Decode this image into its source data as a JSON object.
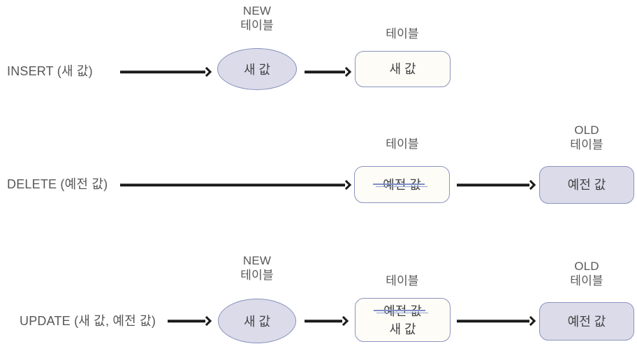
{
  "colors": {
    "shape_border": "#8a93bf",
    "lavender_fill": "#dcdbe9",
    "cream_fill": "#fdfcf6",
    "label_text": "#59595b",
    "box_text": "#434347",
    "arrow": "#1b1b1b",
    "strikethrough": "#7e8fca"
  },
  "labels": {
    "new_table": "NEW\n테이블",
    "old_table": "OLD\n테이블",
    "table": "테이블"
  },
  "rows": {
    "insert": {
      "operation": "INSERT (새 값)",
      "new_table_value": "새 값",
      "table_value": "새 값"
    },
    "delete": {
      "operation": "DELETE (예전 값)",
      "table_deleted_value": "예전 값",
      "old_table_value": "예전 값"
    },
    "update": {
      "operation": "UPDATE (새 값, 예전 값)",
      "new_table_value": "새 값",
      "table_deleted_value": "예전 값",
      "table_new_value": "새 값",
      "old_table_value": "예전 값"
    }
  }
}
